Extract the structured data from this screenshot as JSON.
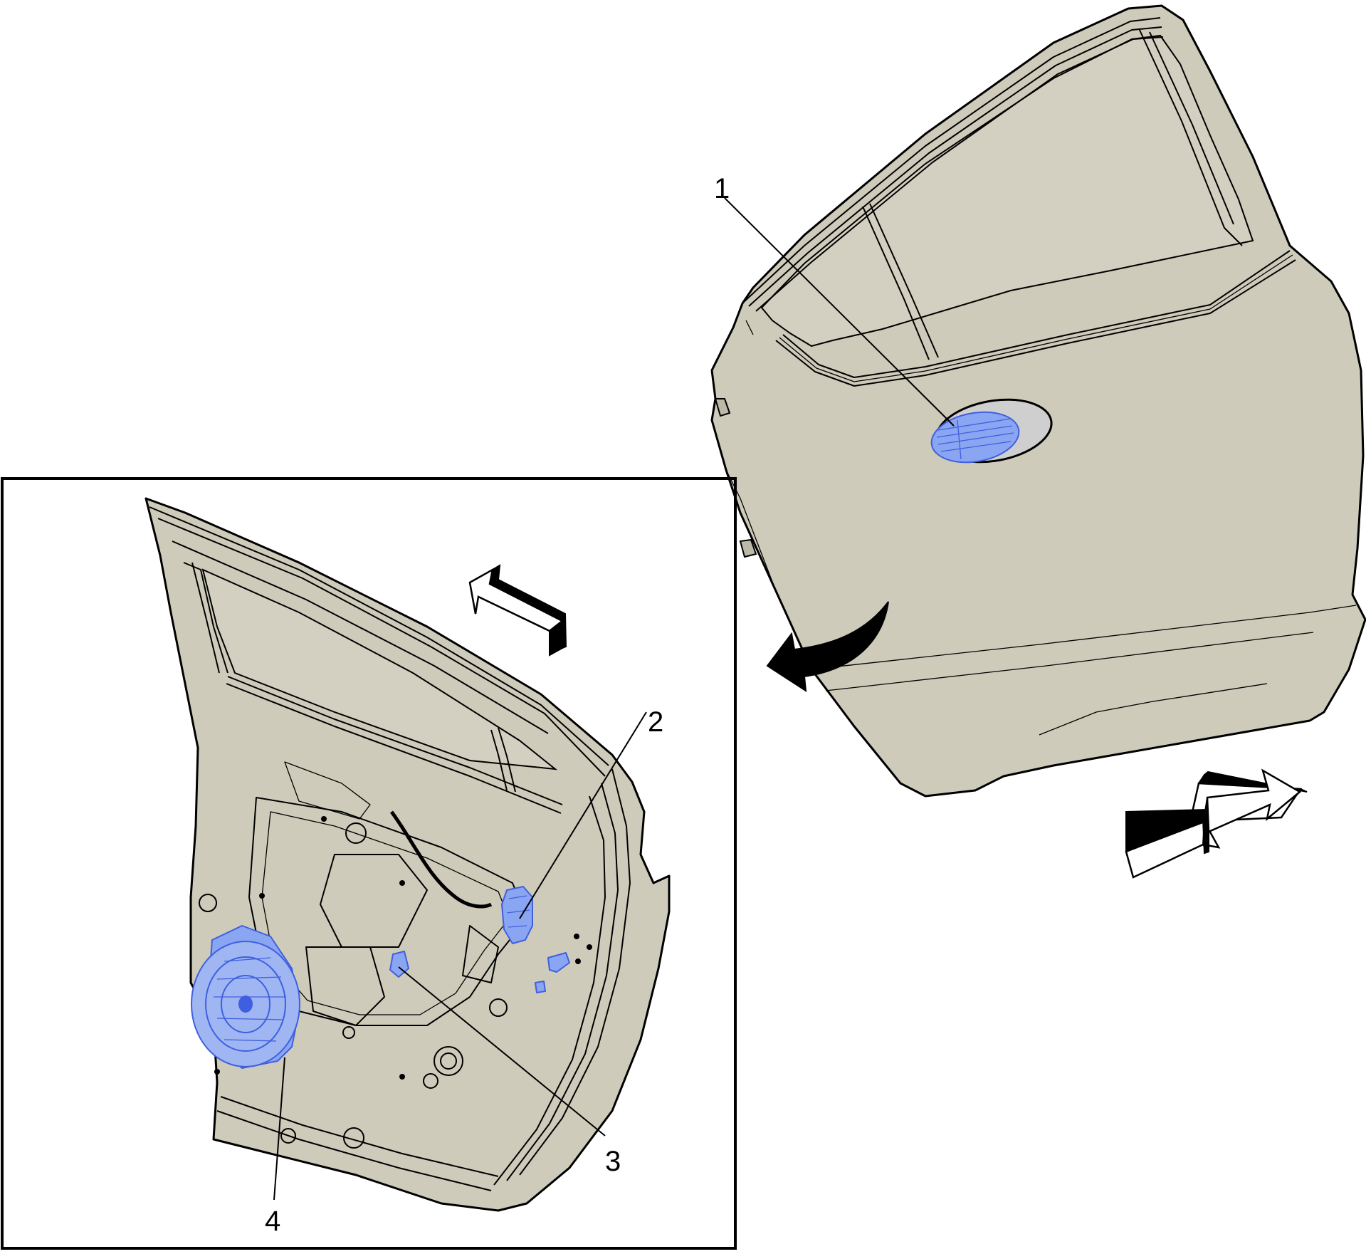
{
  "colors": {
    "panel": "#cecbbb",
    "glass": "#d6d3c5",
    "highlight": "#8aa6f2",
    "highlight_stroke": "#3f5fe0",
    "line": "#000000",
    "background": "#ffffff"
  },
  "callouts": [
    {
      "id": "1",
      "label": "1"
    },
    {
      "id": "2",
      "label": "2"
    },
    {
      "id": "3",
      "label": "3"
    },
    {
      "id": "4",
      "label": "4"
    }
  ],
  "icons": {
    "rotate_arrow": "curved-arrow-icon",
    "forward_arrow_inset": "forward-arrow-icon",
    "forward_arrow_main": "forward-arrow-icon"
  }
}
